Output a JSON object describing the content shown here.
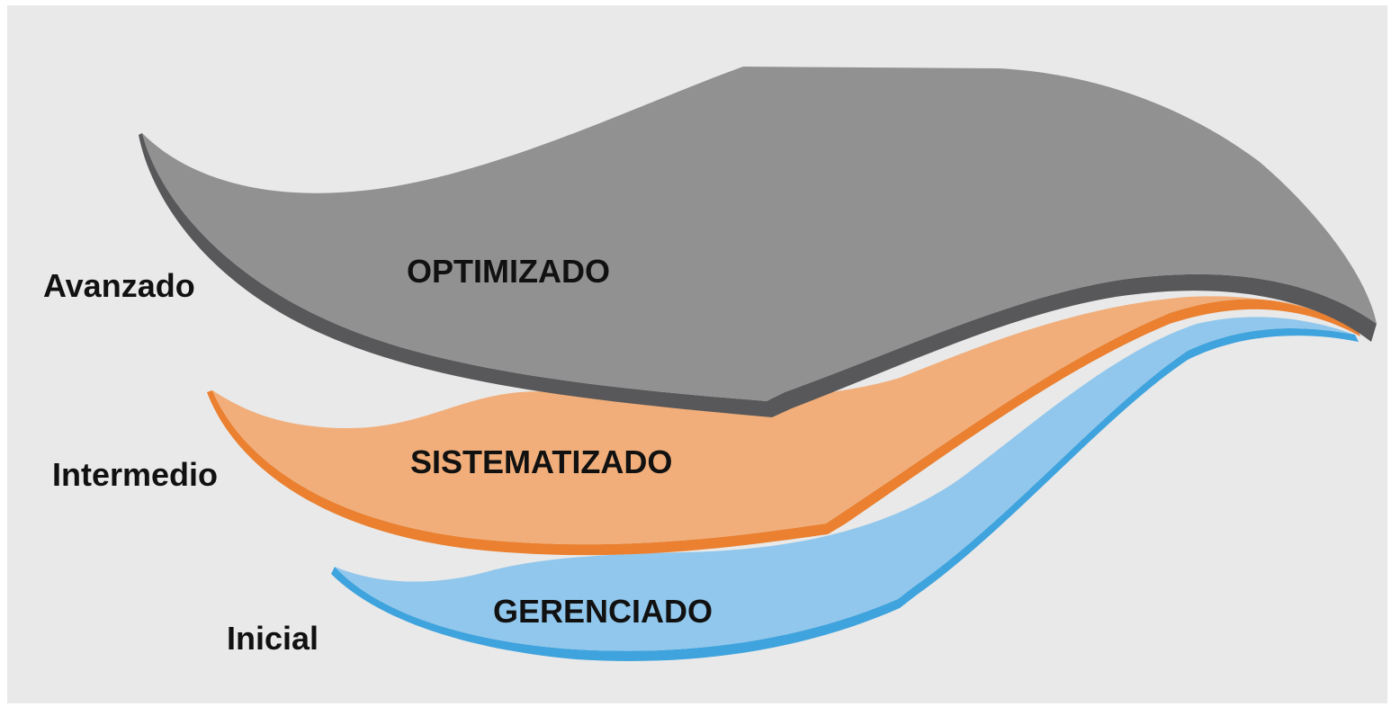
{
  "diagram": {
    "levels": [
      {
        "level_label": "Avanzado",
        "layer_label": "OPTIMIZADO",
        "top_color": "#919192",
        "edge_color": "#58585a"
      },
      {
        "level_label": "Intermedio",
        "layer_label": "SISTEMATIZADO",
        "top_color": "#f1ae7a",
        "edge_color": "#ea8030"
      },
      {
        "level_label": "Inicial",
        "layer_label": "GERENCIADO",
        "top_color": "#91c7ec",
        "edge_color": "#3fa3dd"
      }
    ],
    "background_color": "#e9e9e9"
  }
}
